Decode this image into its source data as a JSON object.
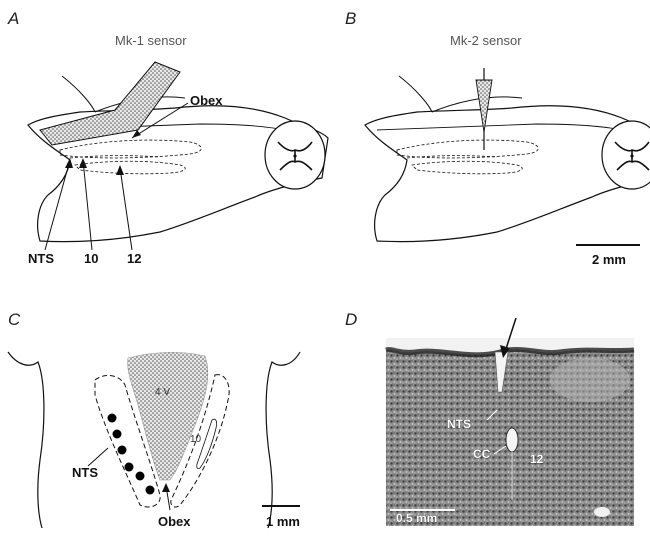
{
  "panel_a": {
    "letter": "A",
    "title": "Mk-1 sensor",
    "labels": {
      "obex": "Obex",
      "nts": "NTS",
      "ten": "10",
      "twelve": "12"
    }
  },
  "panel_b": {
    "letter": "B",
    "title": "Mk-2 sensor",
    "scalebar": "2 mm"
  },
  "panel_c": {
    "letter": "C",
    "labels": {
      "fourth_v": "4 V",
      "ten": "10",
      "nts": "NTS",
      "obex": "Obex"
    },
    "scalebar": "1 mm"
  },
  "panel_d": {
    "letter": "D",
    "labels": {
      "nts": "NTS",
      "cc": "CC",
      "twelve": "12"
    },
    "scalebar": "0.5 mm"
  },
  "colors": {
    "line": "#111111",
    "dots": "#000000",
    "stipple": "#888888"
  }
}
